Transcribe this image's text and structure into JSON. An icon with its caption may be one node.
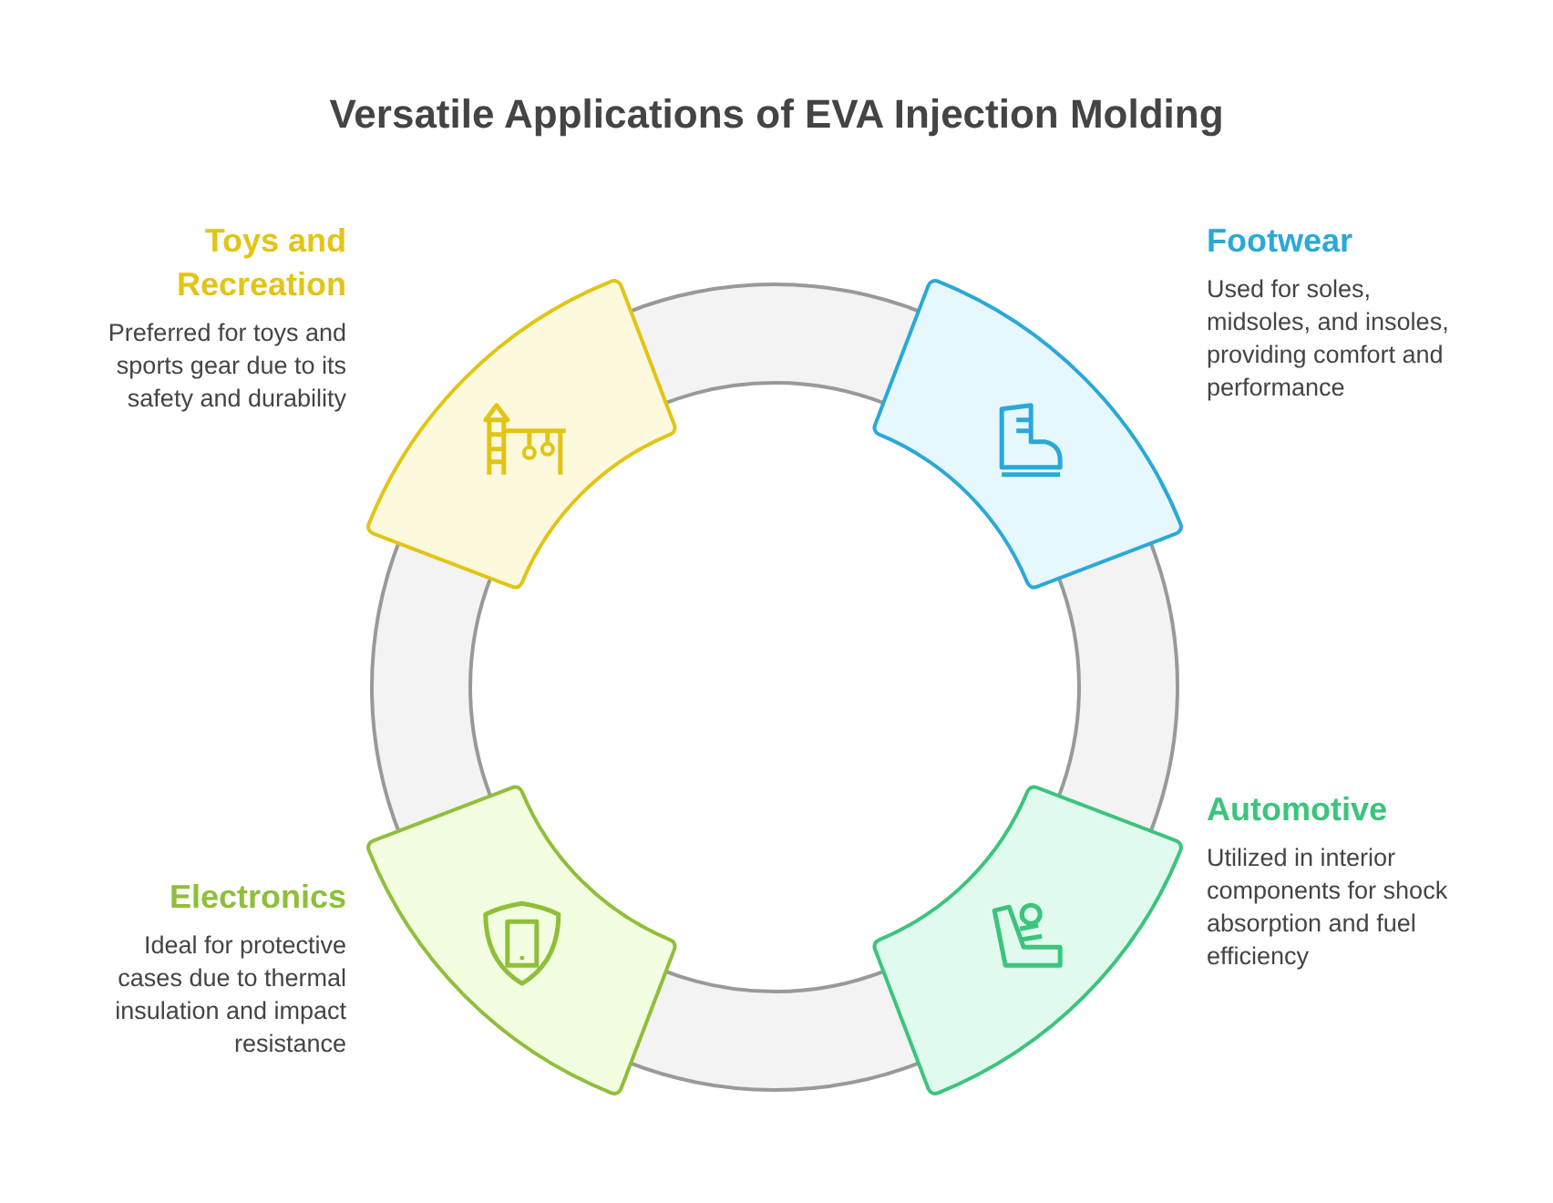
{
  "diagram": {
    "title": "Versatile Applications of EVA Injection Molding",
    "nodes": [
      {
        "text": [
          "Toys and Recreation",
          "Preferred for toys and sports gear due to its safety and durability"
        ]
      },
      {
        "text": [
          "Footwear",
          "Used for soles, midsoles, and insoles, providing comfort and performance"
        ]
      },
      {
        "text": [
          "Electronics",
          "Ideal for protective cases due to thermal insulation and impact resistance"
        ]
      },
      {
        "text": [
          "Automotive",
          "Utilized in interior components for shock absorption and fuel efficiency"
        ]
      }
    ]
  }
}
